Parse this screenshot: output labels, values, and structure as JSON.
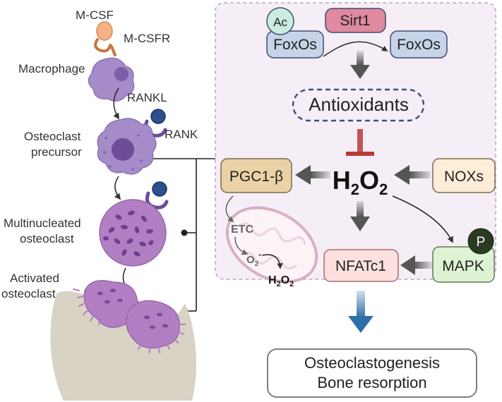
{
  "colors": {
    "panel_bg": "#f6eef6",
    "panel_border": "#b9a3c9",
    "cell_purple": "#a58bc8",
    "cell_dark": "#6f4c96",
    "osteoclast": "#b27fc3",
    "bone": "#d9d3c5",
    "receptor_blue": "#2d4f8e",
    "antioxidant_border": "#3b4f78",
    "inhibit_red": "#b83a3a",
    "down_arrow_blue": "#2f6fa8",
    "foxo_fill": "#c7d3e8",
    "sirt1_fill": "#df8a9e",
    "ac_fill": "#c9ecdf",
    "pgc_fill": "#ebd2a6",
    "nox_fill": "#fbedd8",
    "nfat_fill": "#fde0e0",
    "mapk_fill": "#dff2d3",
    "p_fill": "#2b3a22"
  },
  "left": {
    "mcsf": "M-CSF",
    "mcsfr": "M-CSFR",
    "macrophage": "Macrophage",
    "rankl": "RANKL",
    "rank": "RANK",
    "precursor_line1": "Osteoclast",
    "precursor_line2": "precursor",
    "multinucleated_line1": "Multinucleated",
    "multinucleated_line2": "osteoclast",
    "activated_line1": "Activated",
    "activated_line2": "osteoclast"
  },
  "pathway": {
    "ac": "Ac",
    "sirt1": "Sirt1",
    "foxos_left": "FoxOs",
    "foxos_right": "FoxOs",
    "antioxidants": "Antioxidants",
    "h2o2_main_base": "H",
    "h2o2_main_sub1": "2",
    "h2o2_main_mid": "O",
    "h2o2_main_sub2": "2",
    "pgc1b": "PGC1-β",
    "noxs": "NOXs",
    "etc": "ETC",
    "superoxide_base": "O",
    "superoxide_sub": "2",
    "superoxide_sup": "•−",
    "h2o2_mito_base": "H",
    "h2o2_mito_sub1": "2",
    "h2o2_mito_mid": "O",
    "h2o2_mito_sub2": "2",
    "nfatc1": "NFATc1",
    "mapk": "MAPK",
    "p": "P"
  },
  "outcome": {
    "line1": "Osteoclastogenesis",
    "line2": "Bone resorption"
  }
}
